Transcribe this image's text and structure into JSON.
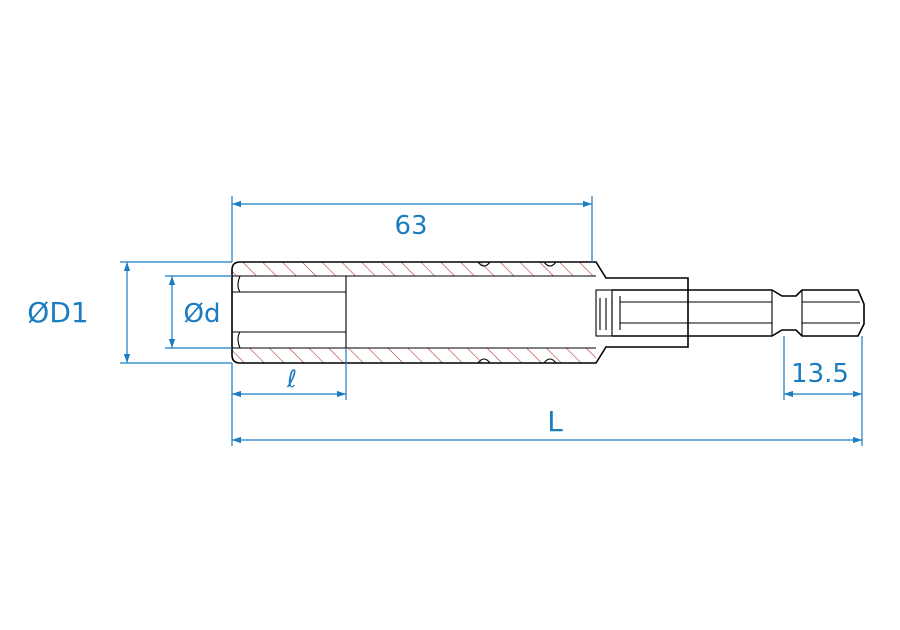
{
  "colors": {
    "dimension": "#1a7cc1",
    "outline": "#000000",
    "hatch": "#b0302a",
    "background": "#ffffff"
  },
  "labels": {
    "length_63": "63",
    "outer_diameter": "ØD1",
    "inner_diameter": "Ød",
    "socket_depth": "ℓ",
    "overall_length": "L",
    "hex_shank_length": "13.5"
  }
}
